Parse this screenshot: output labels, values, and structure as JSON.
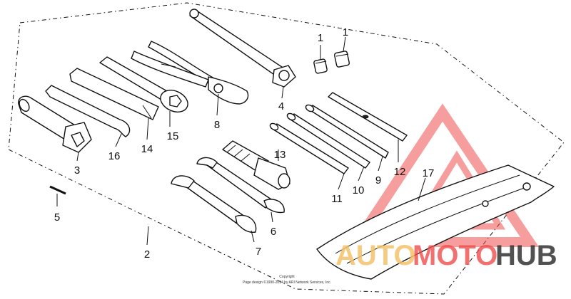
{
  "callouts": [
    "1",
    "1",
    "2",
    "3",
    "4",
    "5",
    "6",
    "7",
    "8",
    "9",
    "10",
    "11",
    "12",
    "13",
    "14",
    "15",
    "16",
    "17"
  ],
  "copyright": {
    "line1": "Copyright",
    "line2": "Page design ©1990-2014 by ARI Network Services, Inc."
  },
  "watermark": {
    "auto": "AUTO",
    "moto": "MOTO",
    "hub": "HUB"
  },
  "colors": {
    "line": "#111111",
    "watermark_red": "#ef4d4d",
    "watermark_yellow": "#f5c36b",
    "watermark_dark": "#333333"
  }
}
